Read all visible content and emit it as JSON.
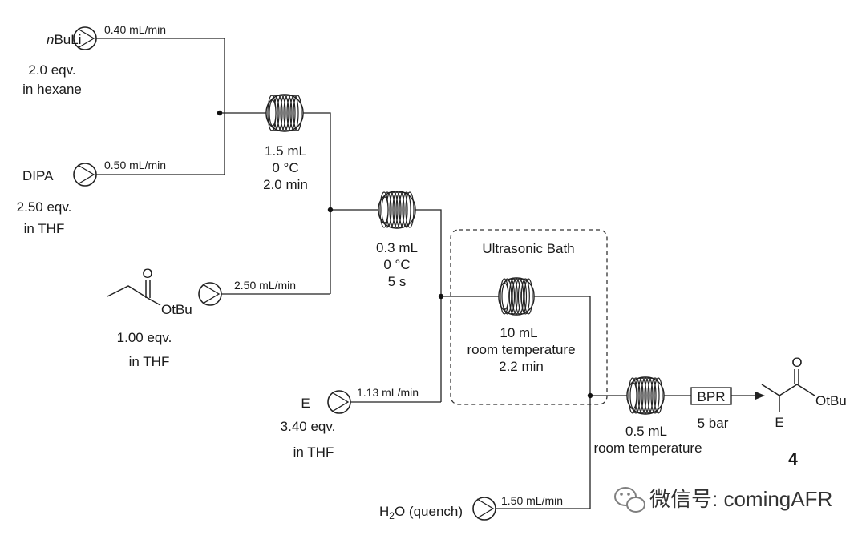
{
  "reagents": {
    "nbuli": {
      "name_italic": "n",
      "name_rest": "BuLi",
      "eqv": "2.0 eqv.",
      "solvent": "in hexane",
      "flow": "0.40 mL/min"
    },
    "dipa": {
      "name": "DIPA",
      "eqv": "2.50 eqv.",
      "solvent": "in THF",
      "flow": "0.50 mL/min"
    },
    "ester": {
      "carbonyl_o": "O",
      "group": "OtBu",
      "eqv": "1.00 eqv.",
      "solvent": "in THF",
      "flow": "2.50 mL/min"
    },
    "electrophile": {
      "name": "E",
      "eqv": "3.40 eqv.",
      "solvent": "in THF",
      "flow": "1.13 mL/min"
    },
    "quench": {
      "h": "H",
      "sub": "2",
      "rest": "O (quench)",
      "flow": "1.50 mL/min"
    }
  },
  "reactors": {
    "r1": {
      "volume": "1.5 mL",
      "temp": "0 °C",
      "time": "2.0 min"
    },
    "r2": {
      "volume": "0.3 mL",
      "temp": "0 °C",
      "time": "5 s"
    },
    "r3": {
      "volume": "10 mL",
      "temp": "room temperature",
      "time": "2.2 min"
    },
    "r4": {
      "volume": "0.5 mL",
      "temp": "room temperature"
    }
  },
  "bath": {
    "label": "Ultrasonic Bath"
  },
  "bpr": {
    "label": "BPR",
    "pressure": "5 bar"
  },
  "product": {
    "carbonyl_o": "O",
    "group": "OtBu",
    "substituent": "E",
    "number": "4"
  },
  "watermark": {
    "text": "微信号: comingAFR",
    "icon": "wechat-icon"
  }
}
